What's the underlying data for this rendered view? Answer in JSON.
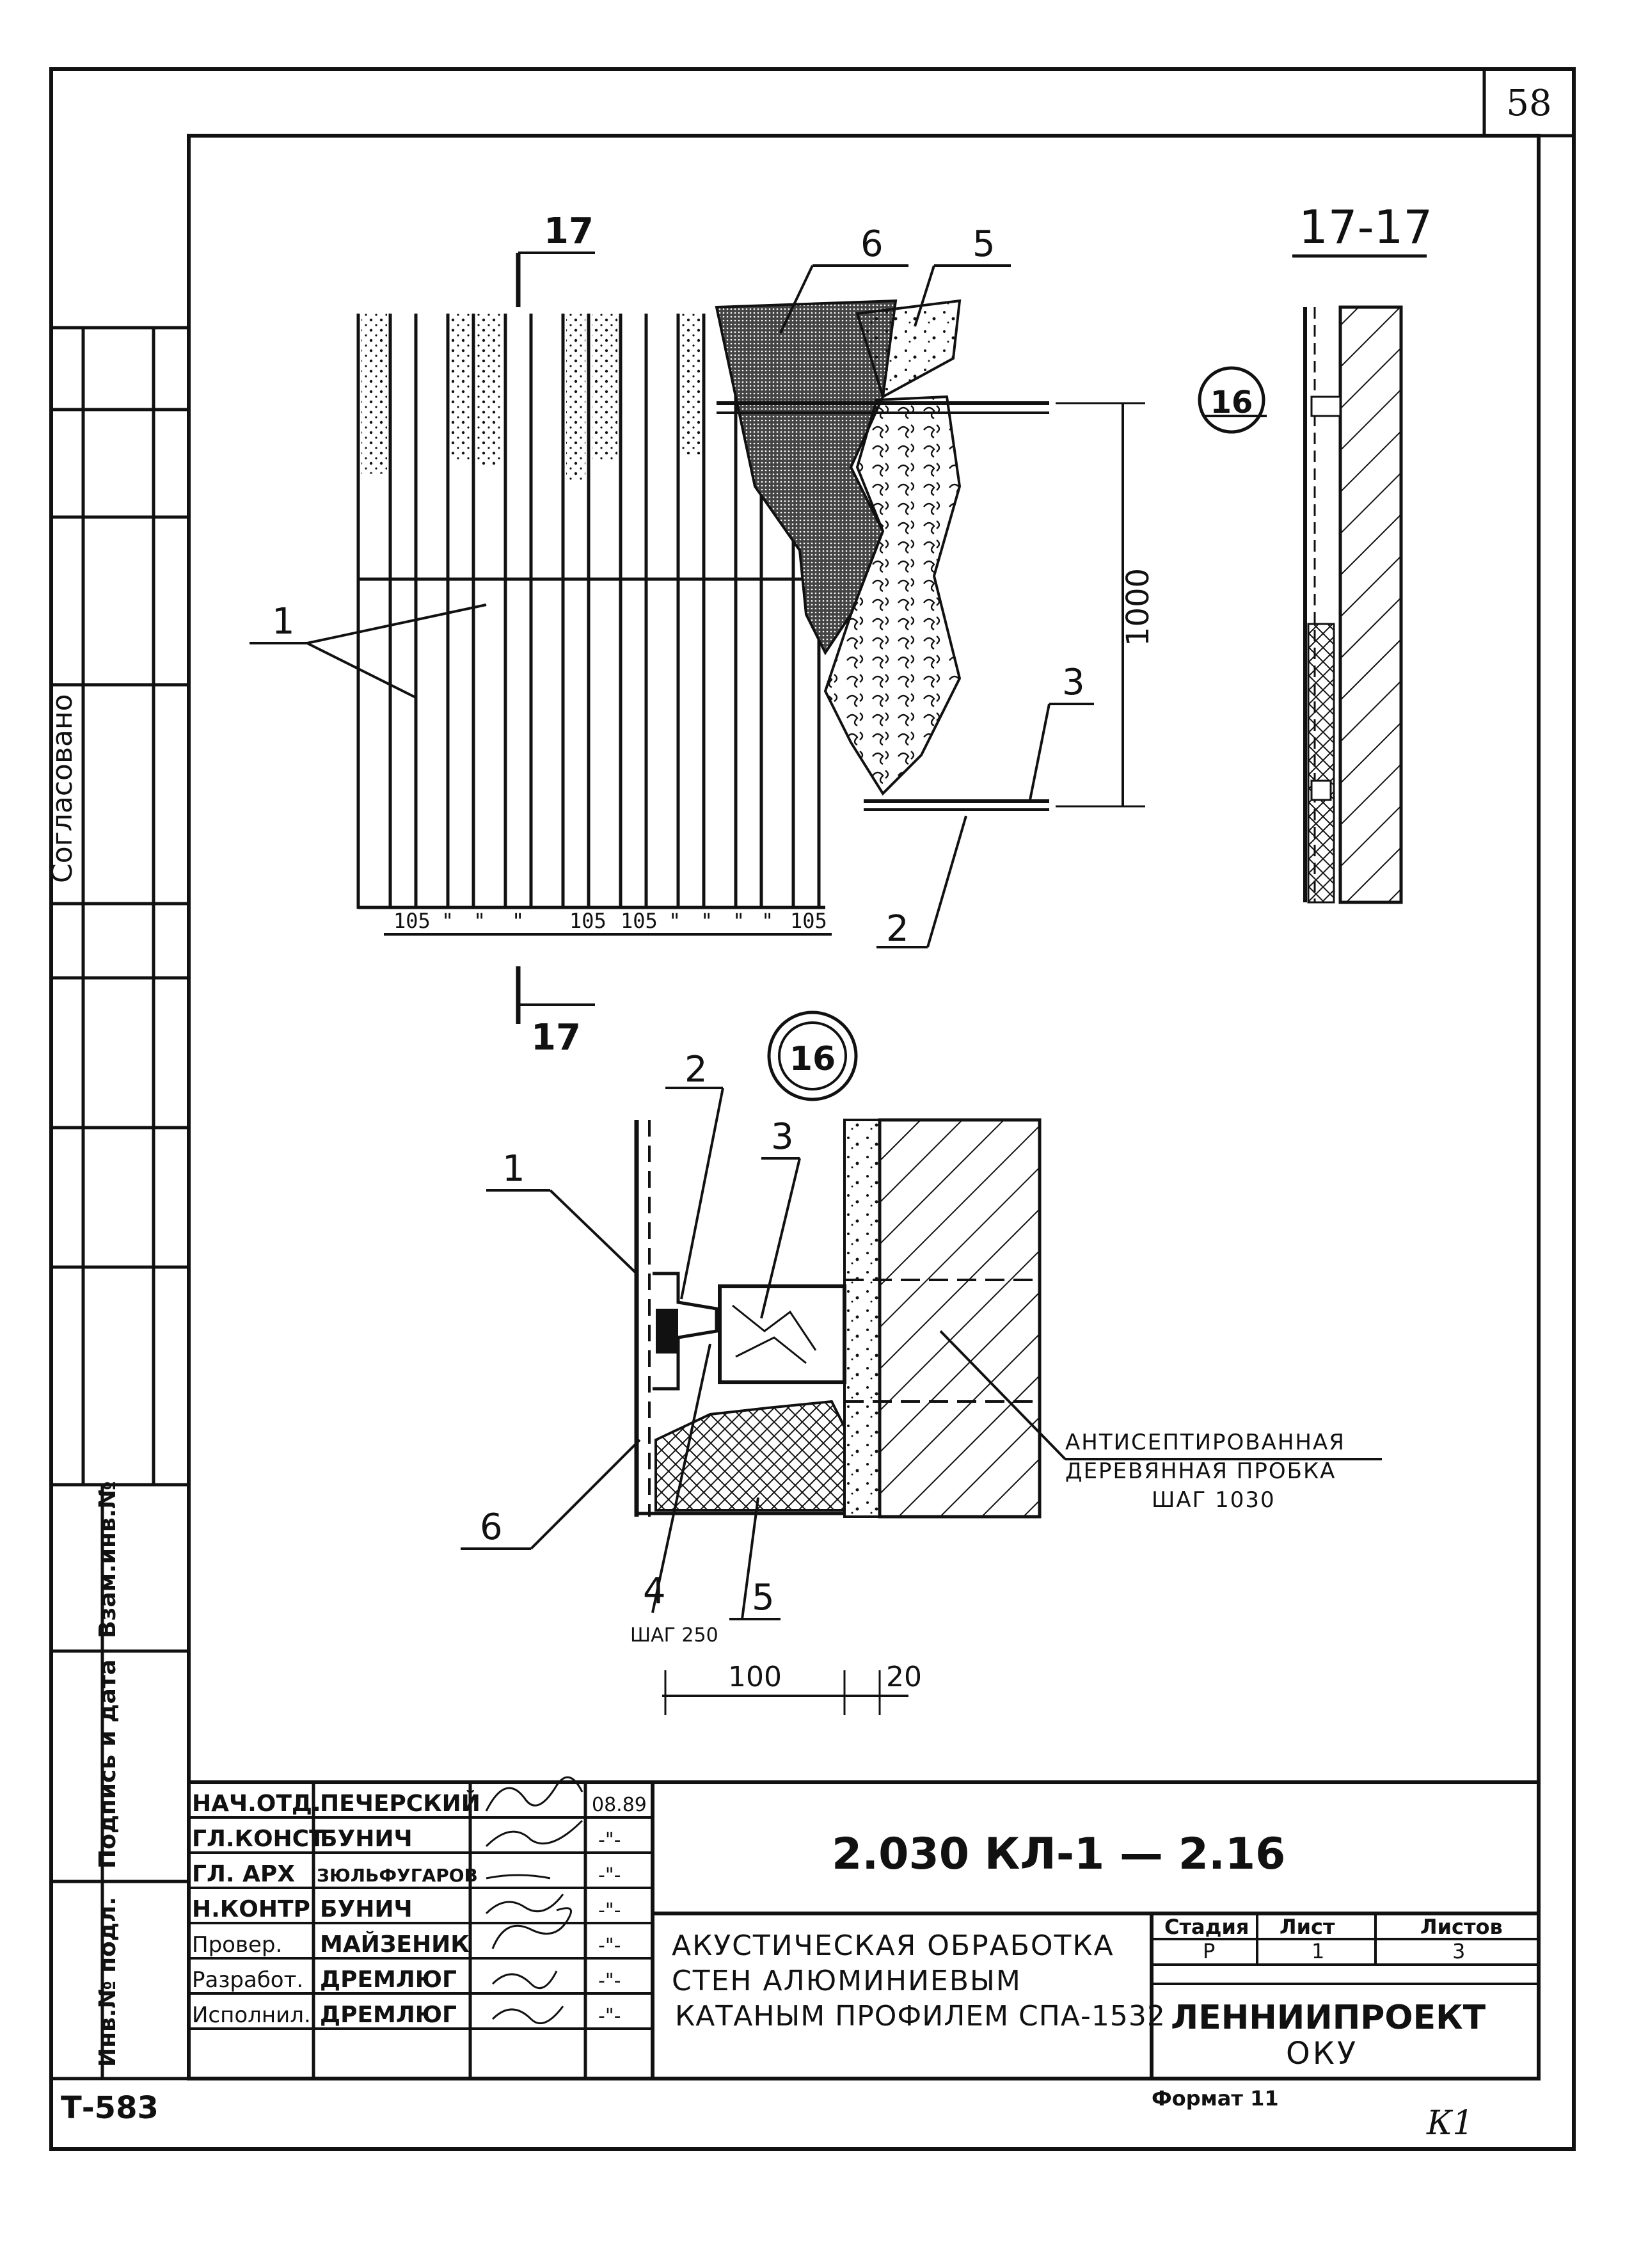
{
  "sheet_number": "58",
  "approval_label": "Согласовано",
  "side_stamp": {
    "inv_no_orig": "Инв.№ подл.",
    "sign_date": "Подпись и дата",
    "vzam_inv": "Взам.инв.№"
  },
  "views": {
    "plan": {
      "section_mark_top": "17",
      "section_mark_bottom": "17",
      "callout_1": "1",
      "callout_2": "2",
      "callout_3": "3",
      "callout_5": "5",
      "callout_6": "6",
      "dim_height": "1000",
      "dim_spacing": [
        "105",
        "\"",
        "\"",
        "\"",
        "105",
        "105",
        "\"",
        "\"",
        "\"",
        "\"",
        "105"
      ]
    },
    "section": {
      "title": "17-17",
      "detail_ref": "16"
    },
    "detail": {
      "title": "16",
      "callout_1": "1",
      "callout_2": "2",
      "callout_3": "3",
      "callout_4": "4",
      "callout_4_note": "ШАГ 250",
      "callout_5": "5",
      "callout_6": "6",
      "note_line1": "АНТИСЕПТИРОВАННАЯ",
      "note_line2": "ДЕРЕВЯННАЯ ПРОБКА",
      "note_line3": "ШАГ 1030",
      "dim_1": "100",
      "dim_2": "20"
    }
  },
  "title_block": {
    "rows": [
      {
        "role": "НАЧ.ОТД.",
        "name": "ПЕЧЕРСКИЙ",
        "date": "08.89"
      },
      {
        "role": "ГЛ.КОНСТ",
        "name": "БУНИЧ",
        "date": "-\"-"
      },
      {
        "role": "ГЛ. АРХ",
        "name": "ЗЮЛЬФУГАРОВ",
        "date": "-\"-"
      },
      {
        "role": "Н.КОНТР",
        "name": "БУНИЧ",
        "date": "-\"-"
      },
      {
        "role": "Провер.",
        "name": "МАЙЗЕНИК",
        "date": "-\"-"
      },
      {
        "role": "Разработ.",
        "name": "ДРЕМЛЮГ",
        "date": "-\"-"
      },
      {
        "role": "Исполнил.",
        "name": "ДРЕМЛЮГ",
        "date": "-\"-"
      }
    ],
    "designation": "2.030 КЛ-1 — 2.16",
    "title_line1": "АКУСТИЧЕСКАЯ ОБРАБОТКА",
    "title_line2": "СТЕН АЛЮМИНИЕВЫМ",
    "title_line3": "КАТАНЫМ ПРОФИЛЕМ СПА-1532",
    "stage_label": "Стадия",
    "sheet_label": "Лист",
    "sheets_label": "Листов",
    "stage_value": "Р",
    "sheet_value": "1",
    "sheets_value": "3",
    "organization_line1": "ЛЕННИИПРОЕКТ",
    "organization_line2": "ОКУ"
  },
  "bottom_left_code": "Т-583",
  "format_label": "Формат 11",
  "corner_mark": "К1"
}
